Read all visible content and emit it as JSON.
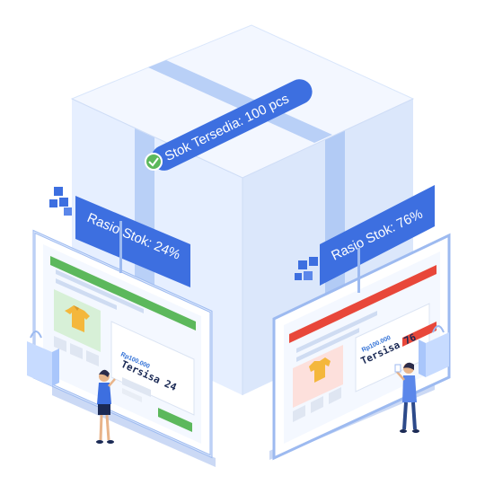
{
  "box_label": {
    "text": "Stok Tersedia: 100 pcs"
  },
  "left_panel": {
    "ratio_label": "Rasio Stok: 24%",
    "price": "Rp100.000",
    "remaining": "Tersisa 24",
    "accent_color": "#5cb85c"
  },
  "right_panel": {
    "ratio_label": "Rasio Stok: 76%",
    "price": "Rp100.000",
    "remaining": "Tersisa 76",
    "accent_color": "#e8473a"
  },
  "colors": {
    "brand_blue": "#3d6fe0",
    "box_light": "#e9f1ff",
    "check_green": "#5cb85c"
  },
  "icons": [
    "boxes-icon",
    "check-icon",
    "tshirt-icon",
    "shopping-bag-icon"
  ]
}
